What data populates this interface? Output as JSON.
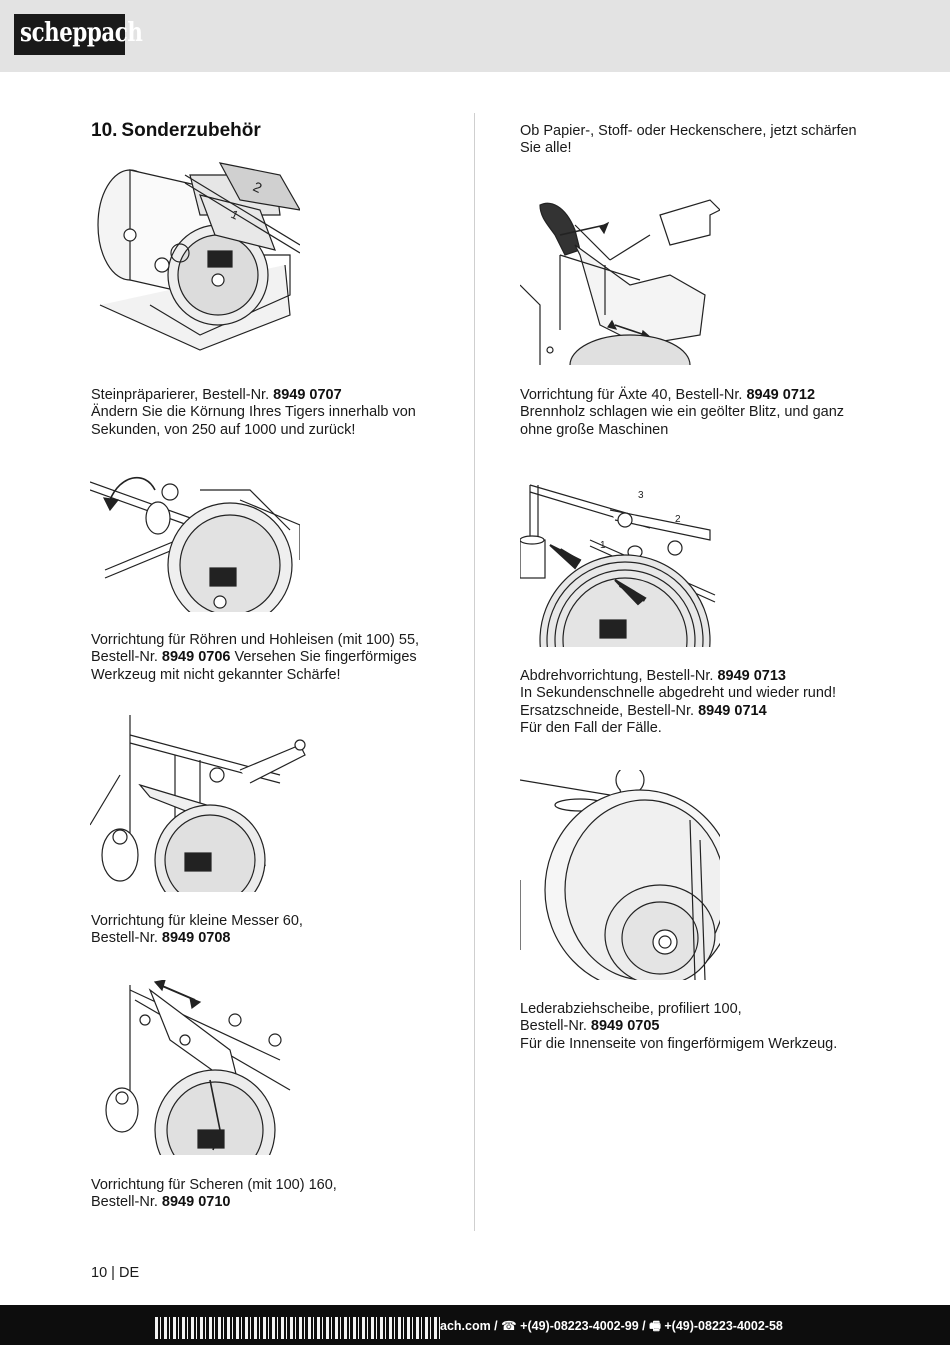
{
  "header": {
    "logo_text": "scheppach"
  },
  "section": {
    "number": "10.",
    "title": "Sonderzubehör"
  },
  "items": [
    {
      "id": "steinpraeparierer",
      "line1_prefix": "Steinpräparierer, Bestell-Nr. ",
      "line1_order": "8949 0707",
      "line2": "Ändern Sie die Körnung Ihres Tigers innerhalb von",
      "line3": "Sekunden, von 250 auf 1000 und zurück!",
      "figure_labels": [
        "2",
        "1"
      ]
    },
    {
      "id": "roehren",
      "line1": "Vorrichtung für Röhren und Hohleisen (mit 100) 55,",
      "line2_prefix": "Bestell-Nr. ",
      "line2_order": "8949 0706",
      "line2_suffix": " Versehen Sie fingerförmiges",
      "line3": "Werkzeug mit nicht gekannter Schärfe!"
    },
    {
      "id": "messer",
      "line1": "Vorrichtung für kleine Messer 60,",
      "line2_prefix": "Bestell-Nr. ",
      "line2_order": "8949 0708"
    },
    {
      "id": "scheren",
      "line1": "Vorrichtung für Scheren (mit 100) 160,",
      "line2_prefix": "Bestell-Nr. ",
      "line2_order": "8949 0710"
    },
    {
      "id": "intro",
      "line1": "Ob Papier-, Stoff- oder Heckenschere, jetzt schärfen",
      "line2": "Sie alle!"
    },
    {
      "id": "aexte",
      "line1_prefix": "Vorrichtung für Äxte 40, Bestell-Nr. ",
      "line1_order": "8949 0712",
      "line2": "Brennholz schlagen wie ein geölter Blitz, und ganz",
      "line3": "ohne große Maschinen"
    },
    {
      "id": "abdreh",
      "line1_prefix": "Abdrehvorrichtung, Bestell-Nr. ",
      "line1_order": "8949 0713",
      "line2": "In Sekundenschnelle abgedreht und wieder rund!",
      "line3_prefix": "Ersatzschneide, Bestell-Nr. ",
      "line3_order": "8949 0714",
      "line4": "Für den Fall der Fälle.",
      "figure_labels": [
        "3",
        "2",
        "1"
      ]
    },
    {
      "id": "leder",
      "line1": "Lederabziehscheibe, profiliert 100,",
      "line2_prefix": "Bestell-Nr. ",
      "line2_order": "8949 0705",
      "line3": "Für die Innenseite von fingerförmigem Werkzeug."
    }
  ],
  "page": {
    "number": "10",
    "separator": "|",
    "lang": "DE"
  },
  "footer": {
    "contact_text": "ach.com / ☎ +(49)-08223-4002-99 / 🖷 +(49)-08223-4002-58"
  }
}
